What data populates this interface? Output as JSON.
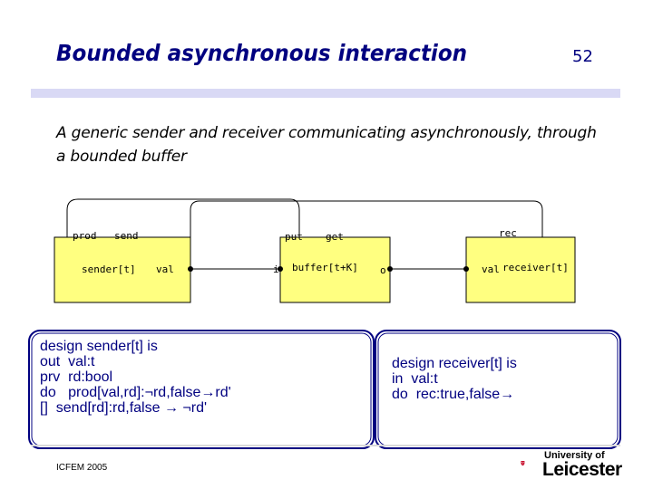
{
  "slide": {
    "title": "Bounded asynchronous interaction",
    "number": "52",
    "subtitle": "A generic sender and receiver communicating asynchronously, through a bounded buffer"
  },
  "diagram": {
    "boxes": {
      "sender": "sender[t]",
      "buffer": "buffer[t+K]",
      "receiver": "receiver[t]"
    },
    "ports": {
      "prod": "prod",
      "send": "send",
      "val_out": "val",
      "put": "put",
      "i": "i",
      "get": "get",
      "o": "o",
      "rec": "rec",
      "val_in": "val"
    },
    "colors": {
      "box_fill": "#ffff80",
      "box_stroke": "#000000",
      "code_text": "#000080",
      "code_border": "#000080"
    }
  },
  "sender_design": {
    "lines": [
      [
        {
          "k": "design",
          "t": " sender[t] is"
        }
      ],
      [
        {
          "k": "out",
          "t": "  val:t"
        }
      ],
      [
        {
          "k": "prv",
          "t": "  rd:bool"
        }
      ],
      [
        {
          "k": "do",
          "t": "   prod[val,rd]:¬rd,false→rd'"
        }
      ],
      [
        {
          "k": "[]",
          "t": "  send[rd]:rd,false → ¬rd'"
        }
      ]
    ]
  },
  "receiver_design": {
    "lines": [
      [
        {
          "k": "design",
          "t": " receiver[t] is"
        }
      ],
      [
        {
          "k": "in",
          "t": "  val:t"
        }
      ],
      [
        {
          "k": "do",
          "t": "  rec:true,false→"
        }
      ]
    ]
  },
  "footer": {
    "conference": "ICFEM 2005",
    "logo_top": "University of",
    "logo_name": "Leicester"
  }
}
